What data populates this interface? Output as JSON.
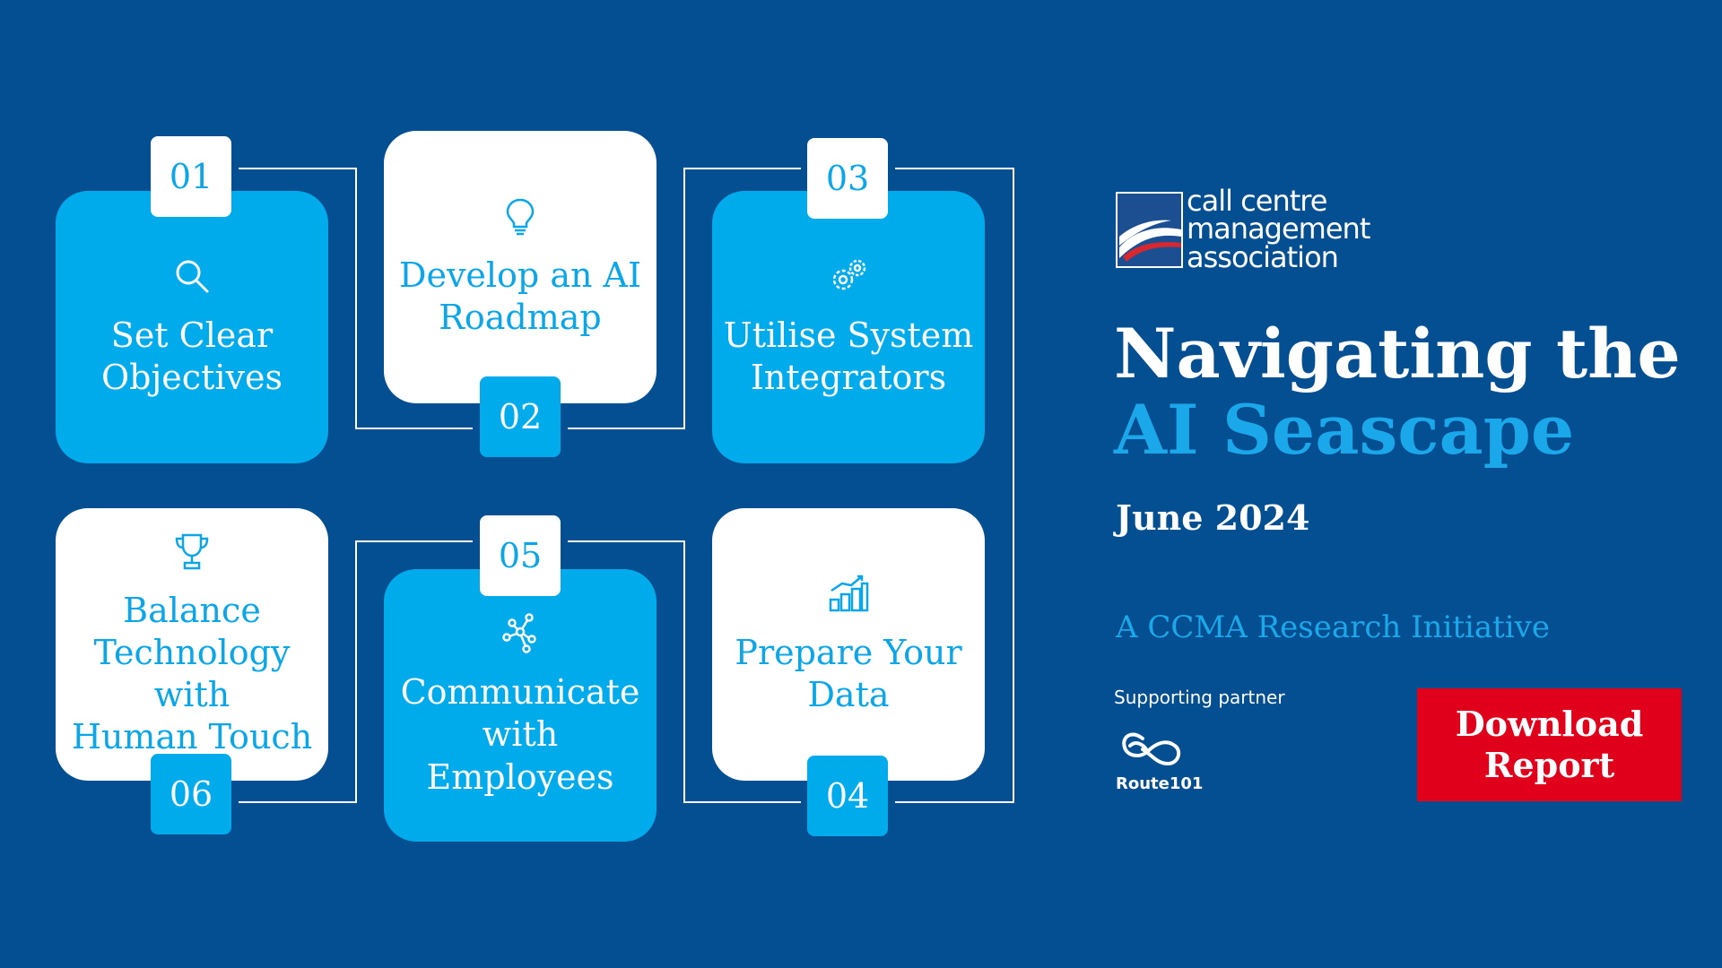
{
  "steps": [
    {
      "number": "01",
      "label_lines": [
        "Set Clear",
        "Objectives"
      ],
      "icon": "magnifier-icon"
    },
    {
      "number": "02",
      "label_lines": [
        "Develop an AI",
        "Roadmap"
      ],
      "icon": "lightbulb-icon"
    },
    {
      "number": "03",
      "label_lines": [
        "Utilise System",
        "Integrators"
      ],
      "icon": "gears-icon"
    },
    {
      "number": "04",
      "label_lines": [
        "Prepare Your",
        "Data"
      ],
      "icon": "bar-chart-icon"
    },
    {
      "number": "05",
      "label_lines": [
        "Communicate",
        "with Employees"
      ],
      "icon": "network-nodes-icon"
    },
    {
      "number": "06",
      "label_lines": [
        "Balance",
        "Technology with",
        "Human Touch"
      ],
      "icon": "trophy-icon"
    }
  ],
  "logo": {
    "lines": [
      "call centre",
      "management",
      "association"
    ]
  },
  "title": {
    "line1": "Navigating the",
    "line2": "AI Seascape"
  },
  "date": "June 2024",
  "initiative": "A CCMA Research Initiative",
  "partner": {
    "label": "Supporting partner",
    "name": "Route101"
  },
  "download": {
    "line1": "Download",
    "line2": "Report"
  },
  "colors": {
    "background": "#044f92",
    "card_blue": "#00abec",
    "accent": "#1ba8ea",
    "button": "#e0001b",
    "white": "#ffffff"
  }
}
